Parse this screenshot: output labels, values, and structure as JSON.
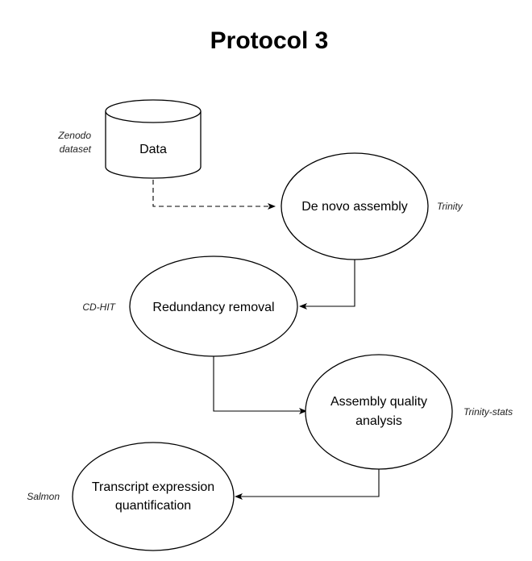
{
  "title": "Protocol 3",
  "nodes": {
    "data": {
      "label": "Data",
      "tool": [
        "Zenodo",
        "dataset"
      ]
    },
    "assembly": {
      "label": "De novo assembly",
      "tool": "Trinity"
    },
    "redundancy": {
      "label": "Redundancy removal",
      "tool": "CD-HIT"
    },
    "quality": {
      "label": [
        "Assembly quality",
        "analysis"
      ],
      "tool": "Trinity-stats"
    },
    "quantification": {
      "label": [
        "Transcript expression",
        "quantification"
      ],
      "tool": "Salmon"
    }
  },
  "edges": [
    {
      "from": "data",
      "to": "assembly",
      "style": "dashed"
    },
    {
      "from": "assembly",
      "to": "redundancy",
      "style": "solid"
    },
    {
      "from": "redundancy",
      "to": "quality",
      "style": "solid"
    },
    {
      "from": "quality",
      "to": "quantification",
      "style": "solid"
    }
  ]
}
